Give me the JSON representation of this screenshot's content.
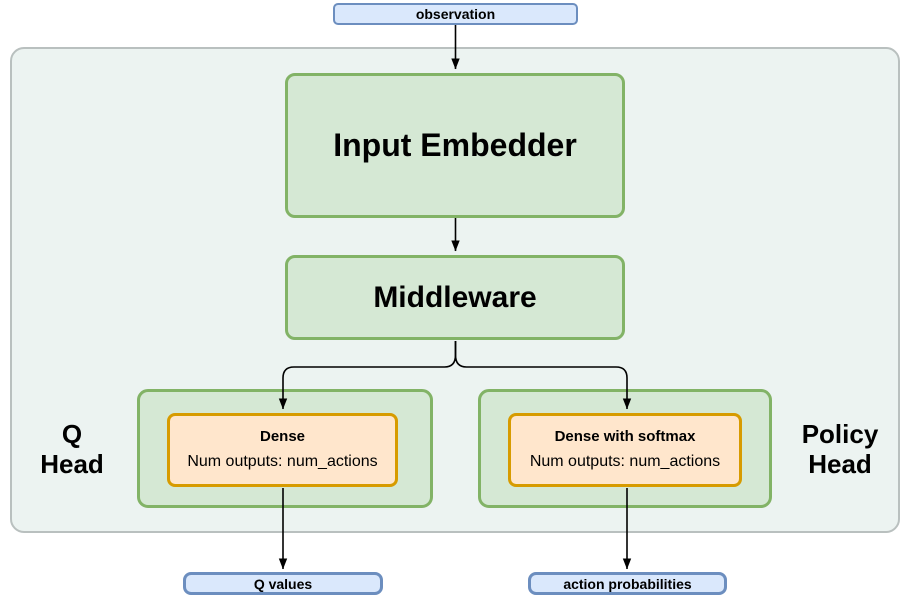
{
  "colors": {
    "node_green_fill": "#d5e8d4",
    "node_green_border": "#82b366",
    "node_orange_fill": "#ffe6cc",
    "node_orange_border": "#d79b00",
    "node_blue_fill": "#dae8fc",
    "node_blue_border": "#6c8ebf",
    "container_fill": "#ecf3f1",
    "container_border": "#b9c0bf",
    "arrow_color": "#000000",
    "text_color": "#000000"
  },
  "nodes": {
    "observation": {
      "label": "observation"
    },
    "input_embedder": {
      "label": "Input Embedder"
    },
    "middleware": {
      "label": "Middleware"
    },
    "q_head": {
      "name_line1": "Q",
      "name_line2": "Head",
      "dense_title": "Dense",
      "dense_subtitle": "Num outputs: num_actions"
    },
    "policy_head": {
      "name_line1": "Policy",
      "name_line2": "Head",
      "dense_title": "Dense with softmax",
      "dense_subtitle": "Num outputs: num_actions"
    },
    "q_values": {
      "label": "Q values"
    },
    "action_probabilities": {
      "label": "action probabilities"
    }
  }
}
